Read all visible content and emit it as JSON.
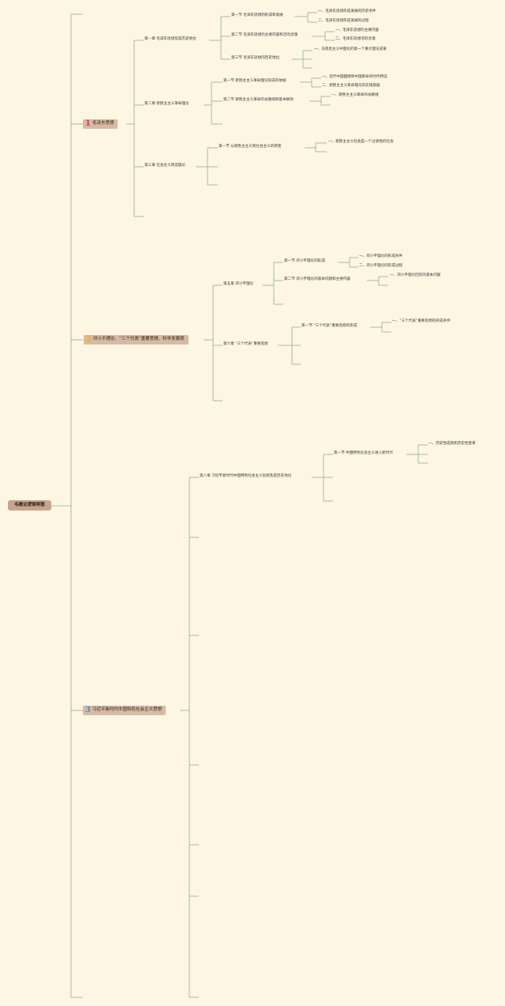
{
  "root": {
    "title": "毛概论逻辑导图"
  },
  "colors": {
    "line": "#8fae8b",
    "part_bg": "#d8b9a3",
    "root_bg": "#c9a58e",
    "bg": "#fdf6e3",
    "num1": "#e0375a",
    "num2": "#f0b400",
    "num3": "#4a8fd0"
  },
  "parts": [
    {
      "num": "1",
      "title": "毛泽东思想",
      "chapters": [
        {
          "title": "第一章 毛泽东思想及其历史地位",
          "sections": [
            {
              "title": "第一节 毛泽东思想的形成和发展",
              "items": [
                "一、毛泽东思想形成发展的历史条件",
                "二、毛泽东思想形成发展的过程"
              ]
            },
            {
              "title": "第二节 毛泽东思想的主要内容和活的灵魂",
              "items": [
                "一、毛泽东思想的主要内容",
                "二、毛泽东思想活的灵魂"
              ]
            },
            {
              "title": "第三节 毛泽东思想的历史地位",
              "items": [
                "一、马克思主义中国化的第一个重大理论成果"
              ]
            }
          ]
        },
        {
          "title": "第二章 新民主主义革命理论",
          "sections": [
            {
              "title": "第一节 新民主主义革命理论形成的依据",
              "items": [
                "一、近代中国国情和中国革命的时代特征",
                "二、新民主主义革命理论的实践基础"
              ]
            },
            {
              "title": "第二节 新民主主义革命的总路线和基本纲领",
              "items": [
                "一、新民主主义革命的总路线"
              ]
            }
          ]
        },
        {
          "title": "第三章 社会主义改造理论",
          "sections": [
            {
              "title": "第一节 从新民主主义到社会主义的转变",
              "items": [
                "一、新民主主义社会是一个过渡性的社会"
              ]
            }
          ]
        }
      ]
    },
    {
      "num": "2",
      "title": "邓小平理论、“三个代表”重要思想、科学发展观",
      "chapters": [
        {
          "title": "第五章 邓小平理论",
          "sections": [
            {
              "title": "第一节 邓小平理论的形成",
              "items": [
                "一、邓小平理论的形成条件",
                "二、邓小平理论的形成过程"
              ]
            },
            {
              "title": "第二节 邓小平理论的基本问题和主要内容",
              "items": [
                "一、邓小平理论回答的基本问题"
              ]
            }
          ]
        },
        {
          "title": "第六章 “三个代表”重要思想",
          "sections": [
            {
              "title": "第一节 “三个代表”重要思想的形成",
              "items": [
                "一、“三个代表”重要思想的形成条件"
              ]
            }
          ]
        }
      ]
    },
    {
      "num": "3",
      "title": "习近平新时代中国特色社会主义思想",
      "chapters": [
        {
          "title": "第八章 习近平新时代中国特色社会主义思想及其历史地位",
          "sections": [
            {
              "title": "第一节 中国特色社会主义进入新时代",
              "items": [
                "一、历史性成就和历史性变革"
              ]
            }
          ]
        }
      ]
    }
  ]
}
